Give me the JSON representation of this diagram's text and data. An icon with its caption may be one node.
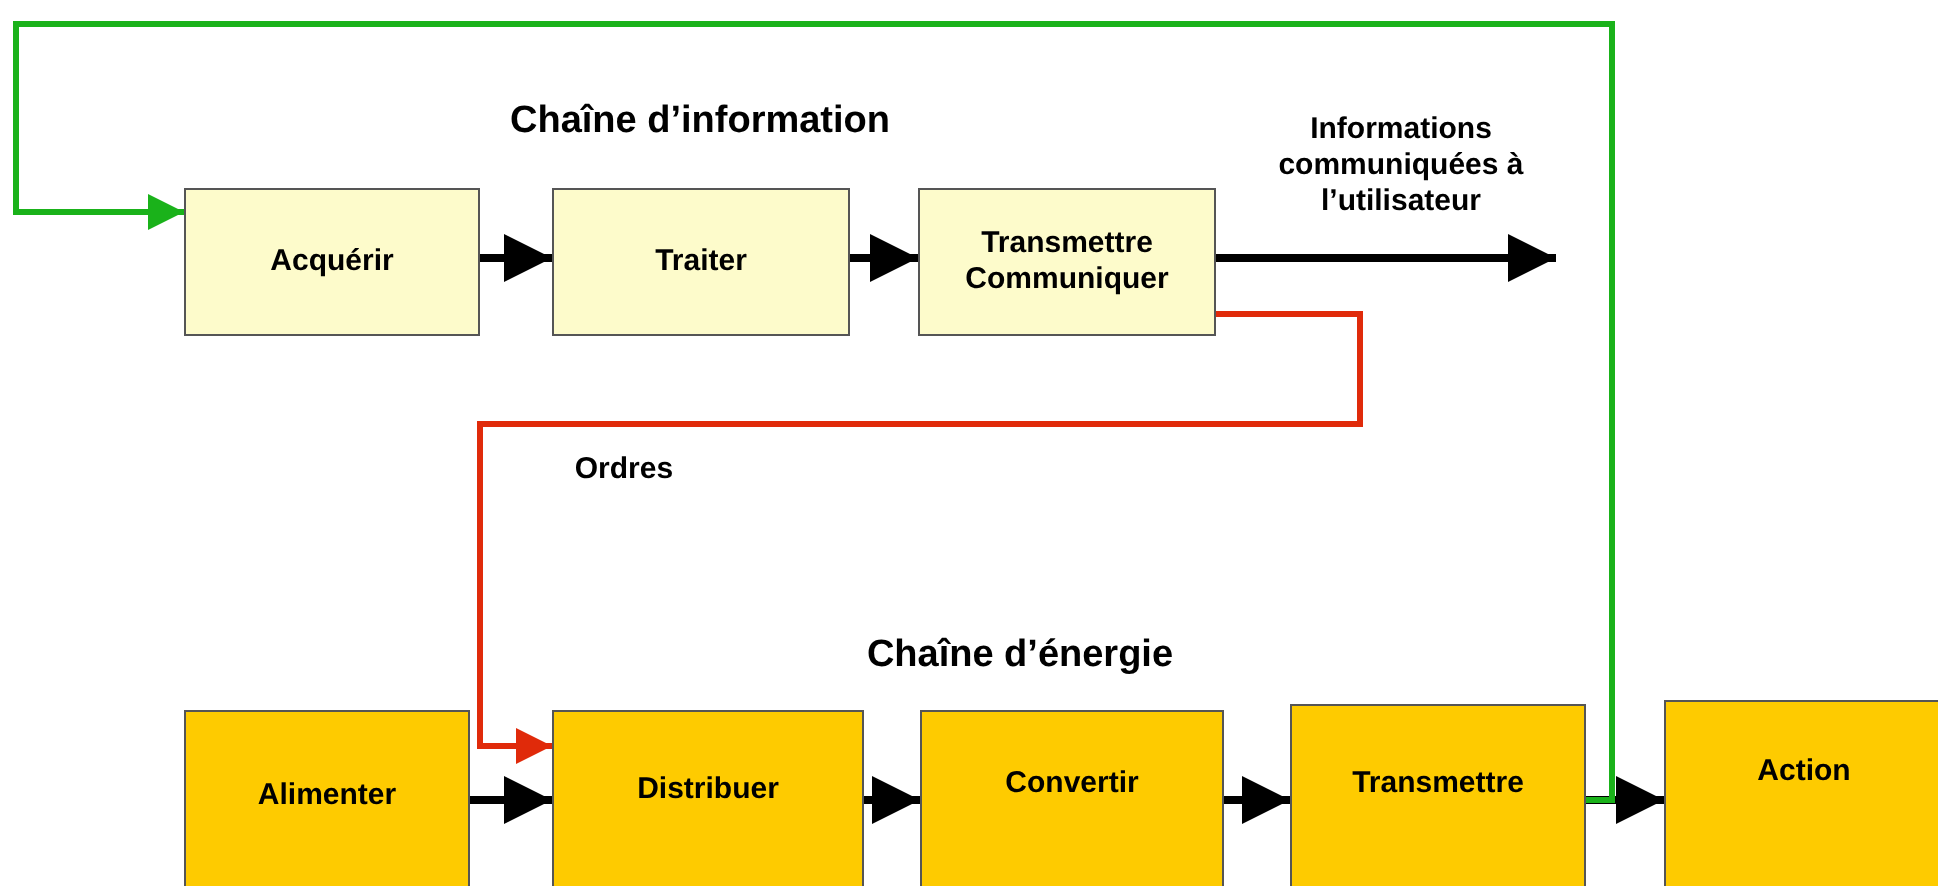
{
  "diagram": {
    "nodes": [
      {
        "text": [
          "Acquérir"
        ]
      },
      {
        "text": [
          "Traiter"
        ]
      },
      {
        "text": [
          "Transmettre Communiquer"
        ]
      },
      {
        "text": [
          "Alimenter"
        ]
      },
      {
        "text": [
          "Distribuer"
        ]
      },
      {
        "text": [
          "Convertir"
        ]
      },
      {
        "text": [
          "Transmettre"
        ]
      },
      {
        "text": [
          "Action"
        ]
      }
    ],
    "edges": [
      {
        "from": 0,
        "to": 1,
        "arrow": "to"
      },
      {
        "from": 1,
        "to": 2,
        "arrow": "to"
      },
      {
        "from": 2,
        "to": null,
        "arrow": "to",
        "label": "Informations communiquées à l’utilisateur"
      },
      {
        "from": 2,
        "to": 4,
        "arrow": "to",
        "label": "Ordres",
        "color": "#e02a0a"
      },
      {
        "from": 3,
        "to": 4,
        "arrow": "to"
      },
      {
        "from": 4,
        "to": 5,
        "arrow": "to"
      },
      {
        "from": 5,
        "to": 6,
        "arrow": "to"
      },
      {
        "from": 6,
        "to": 7,
        "arrow": "to"
      },
      {
        "from": 6,
        "to": 0,
        "arrow": "to",
        "color": "#1ab21a"
      }
    ],
    "labels": [
      "Chaîne d’information",
      "Chaîne d’énergie"
    ]
  }
}
